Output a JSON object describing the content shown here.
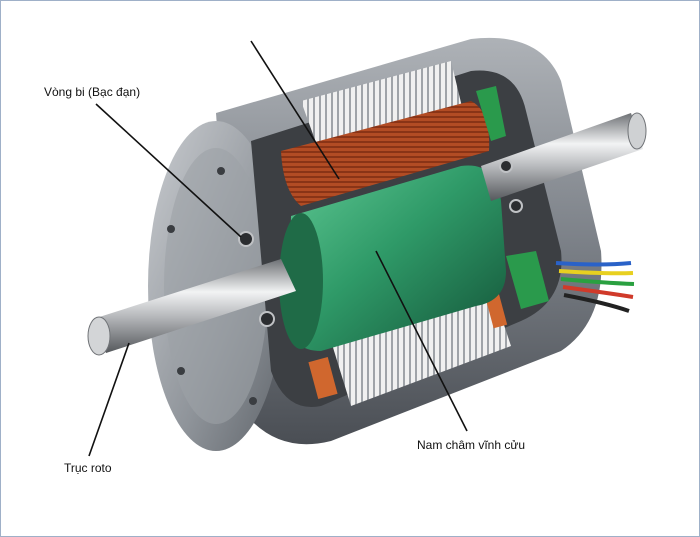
{
  "labels": {
    "bearing": "Vòng bi (Bạc đạn)",
    "shaft": "Trục roto",
    "magnet": "Nam châm vĩnh cửu"
  },
  "colors": {
    "housing": "#8a8e94",
    "stator_winding": "#b4502a",
    "rotor_magnet": "#2a8c60",
    "laminations": "#e6e6e6",
    "shaft": "#c4c6c8",
    "leader_line": "#111111"
  }
}
